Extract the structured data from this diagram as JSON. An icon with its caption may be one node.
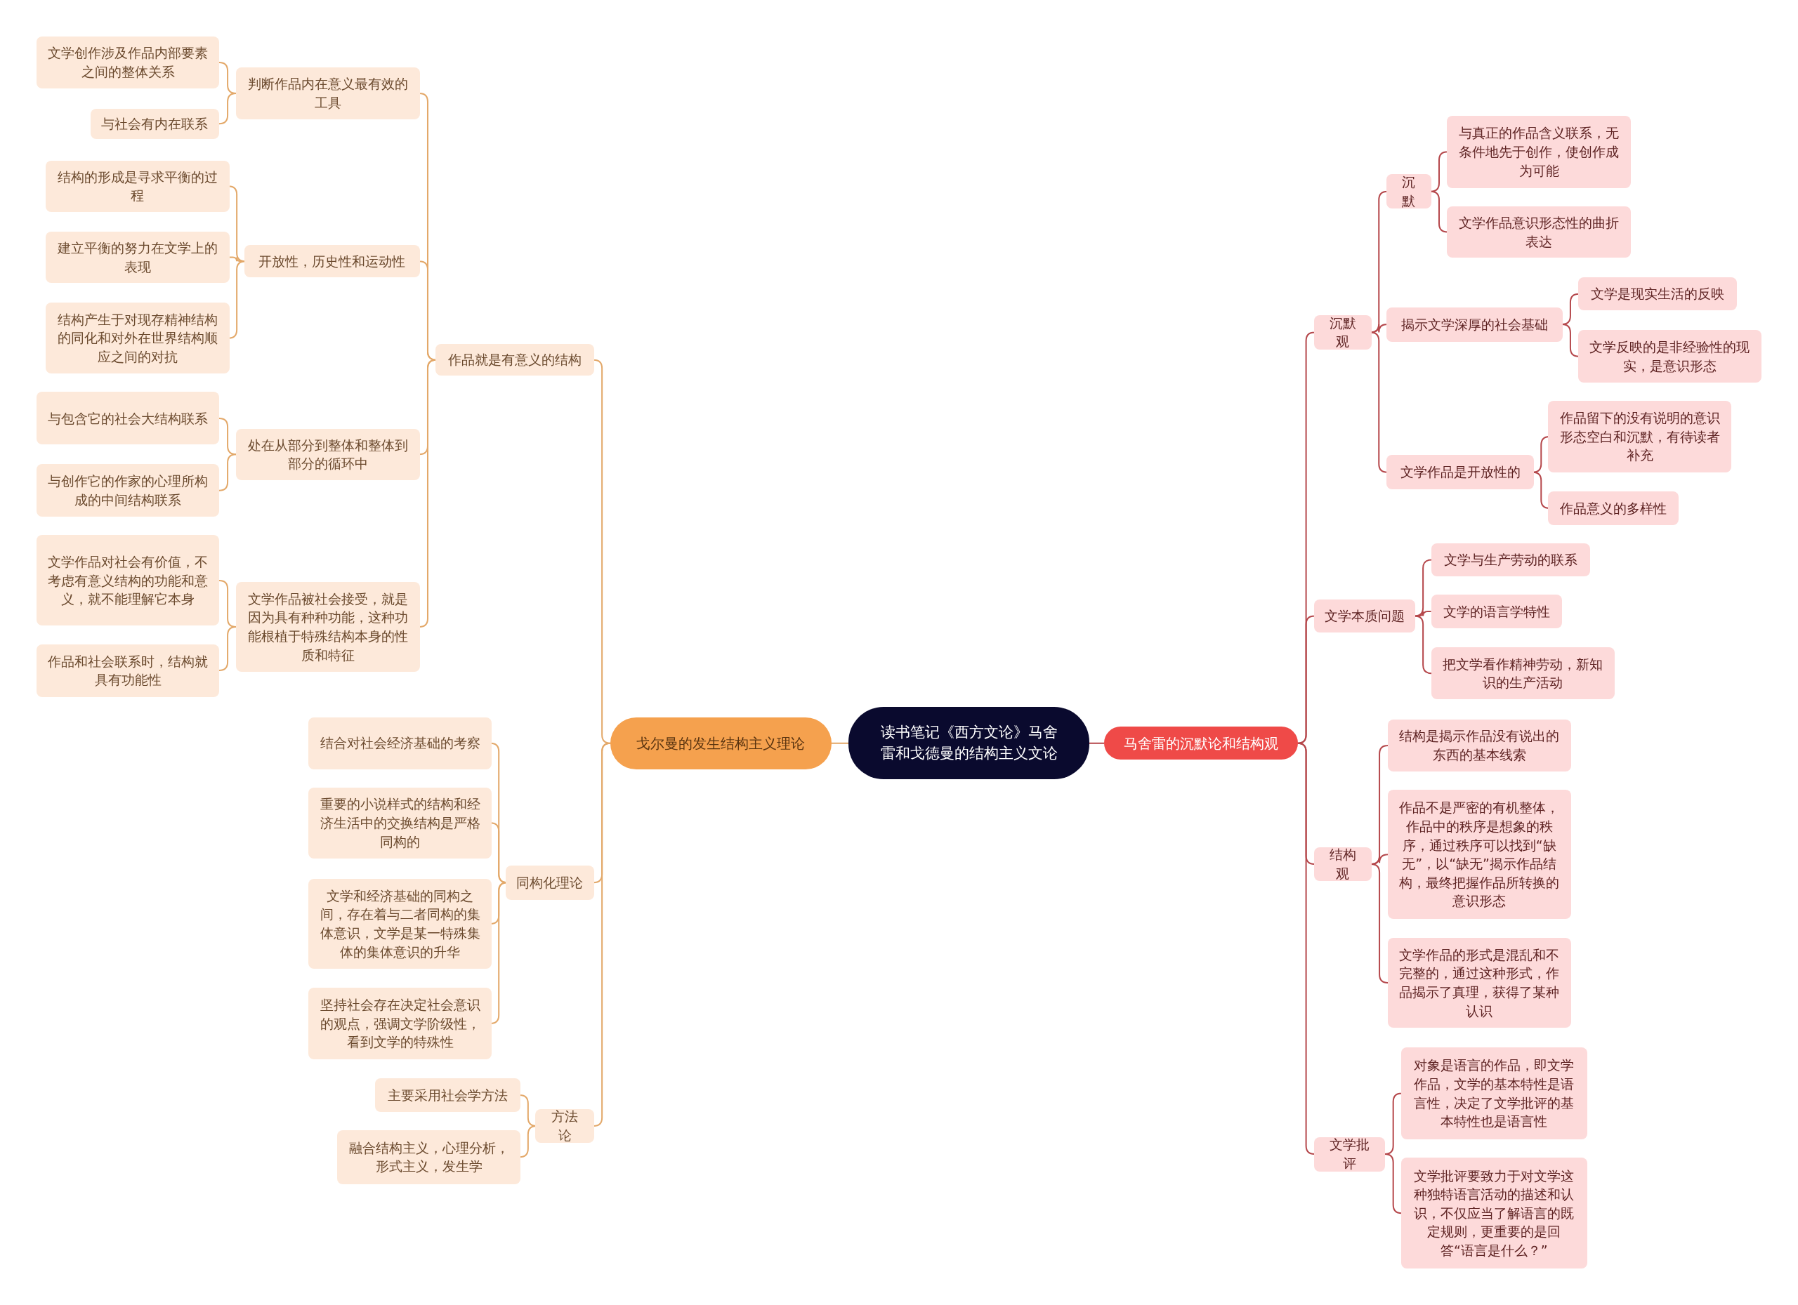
{
  "diagram": {
    "nodes": [
      {
        "text": [
          "读书笔记《西方文论》马舍雷和戈德曼的结构主义文论"
        ]
      },
      {
        "text": [
          "戈尔曼的发生结构主义理论"
        ]
      },
      {
        "text": [
          "作品就是有意义的结构"
        ]
      },
      {
        "text": [
          "判断作品内在意义最有效的工具"
        ]
      },
      {
        "text": [
          "文学创作涉及作品内部要素之间的整体关系"
        ]
      },
      {
        "text": [
          "与社会有内在联系"
        ]
      },
      {
        "text": [
          "开放性，历史性和运动性"
        ]
      },
      {
        "text": [
          "结构的形成是寻求平衡的过程"
        ]
      },
      {
        "text": [
          "建立平衡的努力在文学上的表现"
        ]
      },
      {
        "text": [
          "结构产生于对现存精神结构的同化和对外在世界结构顺应之间的对抗"
        ]
      },
      {
        "text": [
          "处在从部分到整体和整体到部分的循环中"
        ]
      },
      {
        "text": [
          "与包含它的社会大结构联系"
        ]
      },
      {
        "text": [
          "与创作它的作家的心理所构成的中间结构联系"
        ]
      },
      {
        "text": [
          "文学作品被社会接受，就是因为具有种种功能，这种功能根植于特殊结构本身的性质和特征"
        ]
      },
      {
        "text": [
          "文学作品对社会有价值，不考虑有意义结构的功能和意义，就不能理解它本身"
        ]
      },
      {
        "text": [
          "作品和社会联系时，结构就具有功能性"
        ]
      },
      {
        "text": [
          "同构化理论"
        ]
      },
      {
        "text": [
          "结合对社会经济基础的考察"
        ]
      },
      {
        "text": [
          "重要的小说样式的结构和经济生活中的交换结构是严格同构的"
        ]
      },
      {
        "text": [
          "文学和经济基础的同构之间，存在着与二者同构的集体意识，文学是某一特殊集体的集体意识的升华"
        ]
      },
      {
        "text": [
          "坚持社会存在决定社会意识的观点，强调文学阶级性，看到文学的特殊性"
        ]
      },
      {
        "text": [
          "方法论"
        ]
      },
      {
        "text": [
          "主要采用社会学方法"
        ]
      },
      {
        "text": [
          "融合结构主义，心理分析，形式主义，发生学"
        ]
      },
      {
        "text": [
          "马舍雷的沉默论和结构观"
        ]
      },
      {
        "text": [
          "沉默观"
        ]
      },
      {
        "text": [
          "沉默"
        ]
      },
      {
        "text": [
          "与真正的作品含义联系，无条件地先于创作，使创作成为可能"
        ]
      },
      {
        "text": [
          "文学作品意识形态性的曲折表达"
        ]
      },
      {
        "text": [
          "揭示文学深厚的社会基础"
        ]
      },
      {
        "text": [
          "文学是现实生活的反映"
        ]
      },
      {
        "text": [
          "文学反映的是非经验性的现实，是意识形态"
        ]
      },
      {
        "text": [
          "文学作品是开放性的"
        ]
      },
      {
        "text": [
          "作品留下的没有说明的意识形态空白和沉默，有待读者补充"
        ]
      },
      {
        "text": [
          "作品意义的多样性"
        ]
      },
      {
        "text": [
          "文学本质问题"
        ]
      },
      {
        "text": [
          "文学与生产劳动的联系"
        ]
      },
      {
        "text": [
          "文学的语言学特性"
        ]
      },
      {
        "text": [
          "把文学看作精神劳动，新知识的生产活动"
        ]
      },
      {
        "text": [
          "结构观"
        ]
      },
      {
        "text": [
          "结构是揭示作品没有说出的东西的基本线索"
        ]
      },
      {
        "text": [
          "作品不是严密的有机整体，作品中的秩序是想象的秩序，通过秩序可以找到“缺无”，以“缺无”揭示作品结构，最终把握作品所转换的意识形态"
        ]
      },
      {
        "text": [
          "文学作品的形式是混乱和不完整的，通过这种形式，作品揭示了真理，获得了某种认识"
        ]
      },
      {
        "text": [
          "文学批评"
        ]
      },
      {
        "text": [
          "对象是语言的作品，即文学作品，文学的基本特性是语言性，决定了文学批评的基本特性也是语言性"
        ]
      },
      {
        "text": [
          "文学批评要致力于对文学这种独特语言活动的描述和认识，不仅应当了解语言的既定规则，更重要的是回答“语言是什么？”"
        ]
      }
    ],
    "edges": [
      {
        "from": 0,
        "to": 1,
        "arrow": "none",
        "color": "#e3a869"
      },
      {
        "from": 1,
        "to": 2,
        "arrow": "none",
        "color": "#e3a869"
      },
      {
        "from": 2,
        "to": 3,
        "arrow": "none",
        "color": "#e3a869"
      },
      {
        "from": 3,
        "to": 4,
        "arrow": "none",
        "color": "#e3a869"
      },
      {
        "from": 3,
        "to": 5,
        "arrow": "none",
        "color": "#e3a869"
      },
      {
        "from": 2,
        "to": 6,
        "arrow": "none",
        "color": "#e3a869"
      },
      {
        "from": 6,
        "to": 7,
        "arrow": "none",
        "color": "#e3a869"
      },
      {
        "from": 6,
        "to": 8,
        "arrow": "none",
        "color": "#e3a869"
      },
      {
        "from": 6,
        "to": 9,
        "arrow": "none",
        "color": "#e3a869"
      },
      {
        "from": 2,
        "to": 10,
        "arrow": "none",
        "color": "#e3a869"
      },
      {
        "from": 10,
        "to": 11,
        "arrow": "none",
        "color": "#e3a869"
      },
      {
        "from": 10,
        "to": 12,
        "arrow": "none",
        "color": "#e3a869"
      },
      {
        "from": 2,
        "to": 13,
        "arrow": "none",
        "color": "#e3a869"
      },
      {
        "from": 13,
        "to": 14,
        "arrow": "none",
        "color": "#e3a869"
      },
      {
        "from": 13,
        "to": 15,
        "arrow": "none",
        "color": "#e3a869"
      },
      {
        "from": 1,
        "to": 16,
        "arrow": "none",
        "color": "#e3a869"
      },
      {
        "from": 16,
        "to": 17,
        "arrow": "none",
        "color": "#e3a869"
      },
      {
        "from": 16,
        "to": 18,
        "arrow": "none",
        "color": "#e3a869"
      },
      {
        "from": 16,
        "to": 19,
        "arrow": "none",
        "color": "#e3a869"
      },
      {
        "from": 16,
        "to": 20,
        "arrow": "none",
        "color": "#e3a869"
      },
      {
        "from": 1,
        "to": 21,
        "arrow": "none",
        "color": "#e3a869"
      },
      {
        "from": 21,
        "to": 22,
        "arrow": "none",
        "color": "#e3a869"
      },
      {
        "from": 21,
        "to": 23,
        "arrow": "none",
        "color": "#e3a869"
      },
      {
        "from": 0,
        "to": 24,
        "arrow": "none",
        "color": "#b5474b"
      },
      {
        "from": 24,
        "to": 25,
        "arrow": "none",
        "color": "#b5474b"
      },
      {
        "from": 25,
        "to": 26,
        "arrow": "none",
        "color": "#b5474b"
      },
      {
        "from": 26,
        "to": 27,
        "arrow": "none",
        "color": "#b5474b"
      },
      {
        "from": 26,
        "to": 28,
        "arrow": "none",
        "color": "#b5474b"
      },
      {
        "from": 25,
        "to": 29,
        "arrow": "none",
        "color": "#b5474b"
      },
      {
        "from": 29,
        "to": 30,
        "arrow": "none",
        "color": "#b5474b"
      },
      {
        "from": 29,
        "to": 31,
        "arrow": "none",
        "color": "#b5474b"
      },
      {
        "from": 25,
        "to": 32,
        "arrow": "none",
        "color": "#b5474b"
      },
      {
        "from": 32,
        "to": 33,
        "arrow": "none",
        "color": "#b5474b"
      },
      {
        "from": 32,
        "to": 34,
        "arrow": "none",
        "color": "#b5474b"
      },
      {
        "from": 24,
        "to": 35,
        "arrow": "none",
        "color": "#b5474b"
      },
      {
        "from": 35,
        "to": 36,
        "arrow": "none",
        "color": "#b5474b"
      },
      {
        "from": 35,
        "to": 37,
        "arrow": "none",
        "color": "#b5474b"
      },
      {
        "from": 35,
        "to": 38,
        "arrow": "none",
        "color": "#b5474b"
      },
      {
        "from": 24,
        "to": 39,
        "arrow": "none",
        "color": "#b5474b"
      },
      {
        "from": 39,
        "to": 40,
        "arrow": "none",
        "color": "#b5474b"
      },
      {
        "from": 39,
        "to": 41,
        "arrow": "none",
        "color": "#b5474b"
      },
      {
        "from": 39,
        "to": 42,
        "arrow": "none",
        "color": "#b5474b"
      },
      {
        "from": 24,
        "to": 43,
        "arrow": "none",
        "color": "#b5474b"
      },
      {
        "from": 43,
        "to": 44,
        "arrow": "none",
        "color": "#b5474b"
      },
      {
        "from": 43,
        "to": 45,
        "arrow": "none",
        "color": "#b5474b"
      }
    ]
  }
}
